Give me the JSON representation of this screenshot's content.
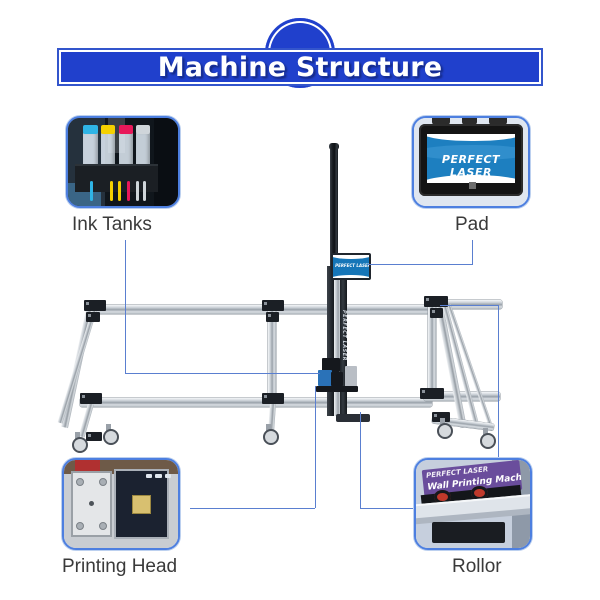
{
  "page": {
    "title": "Machine Structure",
    "accent_color": "#2040cc",
    "callout_line_color": "#5a7fd0",
    "box_border_color": "#4d7fe0",
    "background": "#ffffff"
  },
  "banner": {
    "text": "Machine Structure"
  },
  "callouts": [
    {
      "id": "ink-tanks",
      "label": "Ink Tanks",
      "position": "top-left",
      "image_alt": "ink-tanks-photo",
      "bottle_colors": [
        "#2fb4e6",
        "#f5d000",
        "#e8185a",
        "#d9dde2"
      ]
    },
    {
      "id": "pad",
      "label": "Pad",
      "position": "top-right",
      "image_alt": "tablet-pad-photo",
      "screen_logo": "PERFECT LASER",
      "screen_color": "#1d7fc0"
    },
    {
      "id": "printing-head",
      "label": "Printing Head",
      "position": "bottom-left",
      "image_alt": "printing-head-photo"
    },
    {
      "id": "rollor",
      "label": "Rollor",
      "position": "bottom-right",
      "image_alt": "rollor-photo",
      "banner_line_1": "PERFECT LASER",
      "banner_line_2": "Wall Printing Machine"
    }
  ],
  "machine": {
    "alt": "wall-printing-machine-diagram",
    "column_brand": "PERFECT LASER",
    "screen_brand": "PERFECT LASER",
    "frame_color": "#9aa2aa",
    "column_color": "#15181c"
  }
}
